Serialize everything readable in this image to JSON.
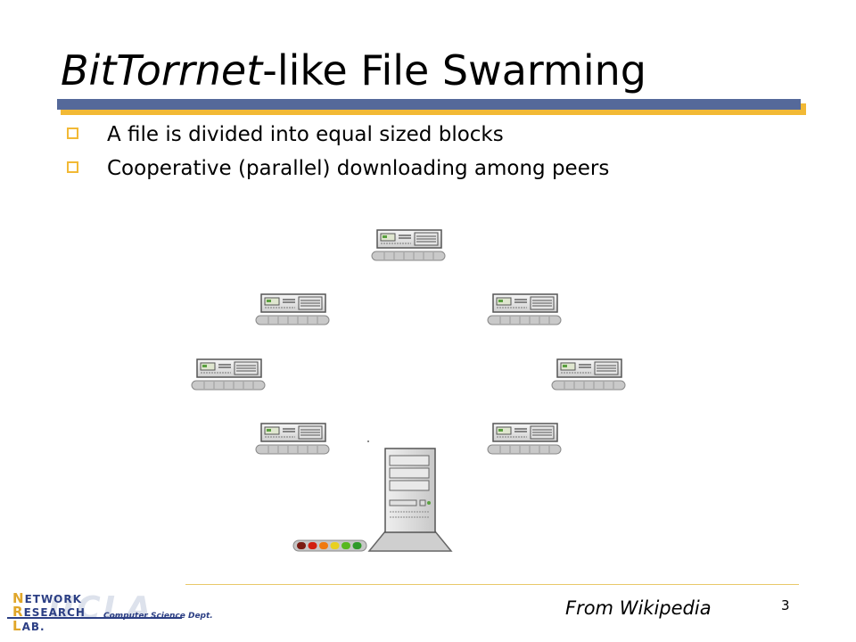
{
  "slide": {
    "title_italic": "BitTorrnet",
    "title_rest": "-like File Swarming",
    "bullets": [
      "A file is divided into equal sized blocks",
      "Cooperative (parallel) downloading among peers"
    ],
    "source": "From Wikipedia",
    "page_number": "3"
  },
  "logo": {
    "watermark": "UCLA",
    "line1_cap": "N",
    "line1_rest": "ETWORK",
    "line2_cap": "R",
    "line2_rest": "ESEARCH",
    "line3_cap": "L",
    "line3_rest": "AB.",
    "dept": "Computer Science Dept."
  },
  "diagram": {
    "peer_count": 7,
    "server_led_colors": [
      "#7a1a12",
      "#d21f10",
      "#f07a10",
      "#e8d020",
      "#58b820",
      "#2f9a2a"
    ]
  },
  "colors": {
    "accent_gold": "#f2b935",
    "accent_blue": "#55699a",
    "logo_blue": "#2c3f84"
  }
}
